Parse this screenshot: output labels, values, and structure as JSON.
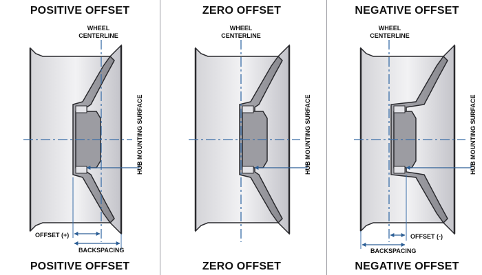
{
  "colors": {
    "wheel_fill_light": "#ebebee",
    "wheel_fill_mid": "#b9b9be",
    "wheel_fill_dark": "#8e8e94",
    "outline": "#2a2a2e",
    "centerline": "#3a6ea8",
    "divider": "#9a9aa0"
  },
  "panels": [
    {
      "id": "positive",
      "title_top": "POSITIVE OFFSET",
      "title_bottom": "POSITIVE OFFSET",
      "centerline_label": [
        "WHEEL",
        "CENTERLINE"
      ],
      "hub_label": "HUB MOUNTING SURFACE",
      "offset_label": "OFFSET (+)",
      "backspacing_label": "BACKSPACING"
    },
    {
      "id": "zero",
      "title_top": "ZERO OFFSET",
      "title_bottom": "ZERO OFFSET",
      "centerline_label": [
        "WHEEL",
        "CENTERLINE"
      ],
      "hub_label": "HUB MOUNTING SURFACE"
    },
    {
      "id": "negative",
      "title_top": "NEGATIVE OFFSET",
      "title_bottom": "NEGATIVE OFFSET",
      "centerline_label": [
        "WHEEL",
        "CENTERLINE"
      ],
      "hub_label": "HUB MOUNTING SURFACE",
      "offset_label": "OFFSET (-)",
      "backspacing_label": "BACKSPACING"
    }
  ]
}
